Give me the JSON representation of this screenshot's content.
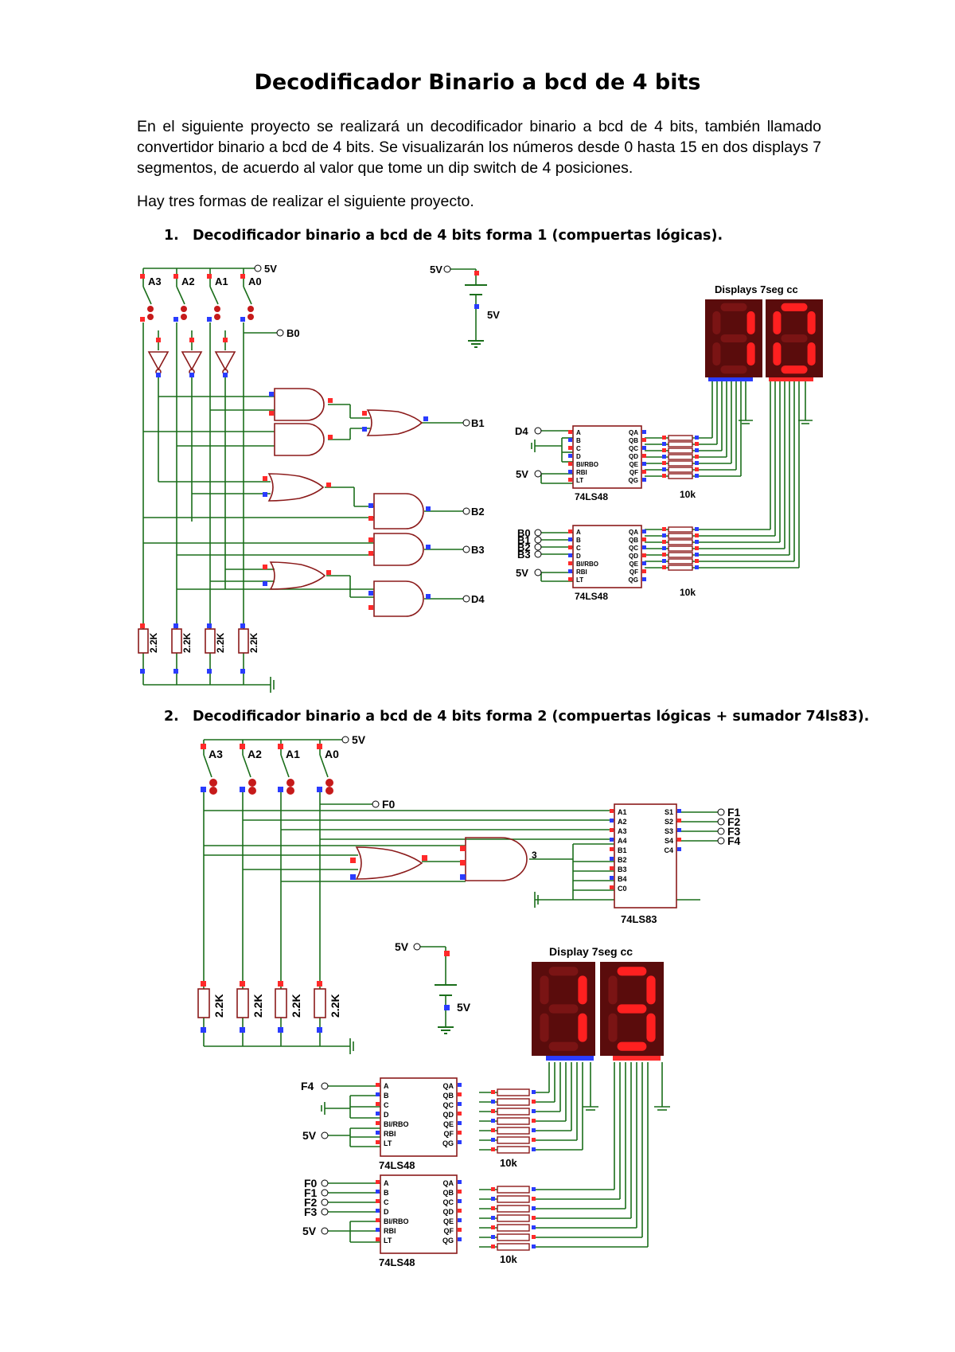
{
  "document": {
    "title": "Decodificador Binario a bcd de 4 bits",
    "intro": "En el siguiente proyecto se realizará un decodificador binario a bcd de 4 bits, también llamado convertidor binario a bcd de 4 bits. Se visualizarán los números desde 0 hasta 15 en dos displays 7 segmentos, de acuerdo al valor que tome un dip switch de 4 posiciones.",
    "ways": "Hay tres formas de realizar el siguiente proyecto."
  },
  "sections": [
    {
      "number": "1.",
      "heading": "Decodificador binario a bcd de 4 bits forma 1 (compuertas lógicas).",
      "schematic": {
        "switch_labels": [
          "A3",
          "A2",
          "A1",
          "A0"
        ],
        "supply_label": "5V",
        "battery_label": "5V",
        "battery_node": "5V",
        "outputs": [
          "B0",
          "B1",
          "B2",
          "B3",
          "D4"
        ],
        "resistor_values": [
          "2.2K",
          "2.2K",
          "2.2K",
          "2.2K"
        ],
        "display_title": "Displays 7seg cc",
        "display_digits": [
          "1",
          "0"
        ],
        "decoder_chip": "74LS48",
        "decoder_chip_2": "74LS48",
        "decoder_inputs_top": [
          "D4",
          "5V"
        ],
        "decoder_inputs_bottom": [
          "B0",
          "B1",
          "B2",
          "B3",
          "5V"
        ],
        "decoder_pins_left": [
          "A",
          "B",
          "C",
          "D",
          "BI/RBO",
          "RBI",
          "LT"
        ],
        "decoder_pins_right": [
          "QA",
          "QB",
          "QC",
          "QD",
          "QE",
          "QF",
          "QG"
        ],
        "pullup_value": "10k"
      }
    },
    {
      "number": "2.",
      "heading": "Decodificador binario a bcd de 4 bits forma 2 (compuertas lógicas + sumador 74ls83).",
      "schematic": {
        "switch_labels": [
          "A3",
          "A2",
          "A1",
          "A0"
        ],
        "supply_label": "5V",
        "f0_label": "F0",
        "adder_chip": "74LS83",
        "adder_pins_left": [
          "A1",
          "A2",
          "A3",
          "A4",
          "B1",
          "B2",
          "B3",
          "B4",
          "C0"
        ],
        "adder_pins_right": [
          "S1",
          "S2",
          "S3",
          "S4",
          "C4"
        ],
        "adder_outputs": [
          "F1",
          "F2",
          "F3",
          "F4"
        ],
        "gate_net_label": "3",
        "resistor_values": [
          "2.2K",
          "2.2K",
          "2.2K",
          "2.2K"
        ],
        "battery_node": "5V",
        "battery_label": "5V",
        "display_title": "Display 7seg cc",
        "display_digits": [
          "1",
          "3"
        ],
        "decoder_chip": "74LS48",
        "decoder_chip_2": "74LS48",
        "decoder_inputs_top": [
          "F4",
          "5V"
        ],
        "decoder_inputs_bottom": [
          "F0",
          "F1",
          "F2",
          "F3",
          "5V"
        ],
        "decoder_pins_left": [
          "A",
          "B",
          "C",
          "D",
          "BI/RBO",
          "RBI",
          "LT"
        ],
        "decoder_pins_right": [
          "QA",
          "QB",
          "QC",
          "QD",
          "QE",
          "QF",
          "QG"
        ],
        "pullup_value": "10k"
      }
    }
  ],
  "colors": {
    "wire": "#1a6e1a",
    "component": "#8b1a1a",
    "display_bg": "#5a0c0c",
    "segment_on": "#ff2020",
    "segment_off": "#7a1414",
    "pin_red": "#ff2a2a",
    "pin_blue": "#2a3cff"
  }
}
